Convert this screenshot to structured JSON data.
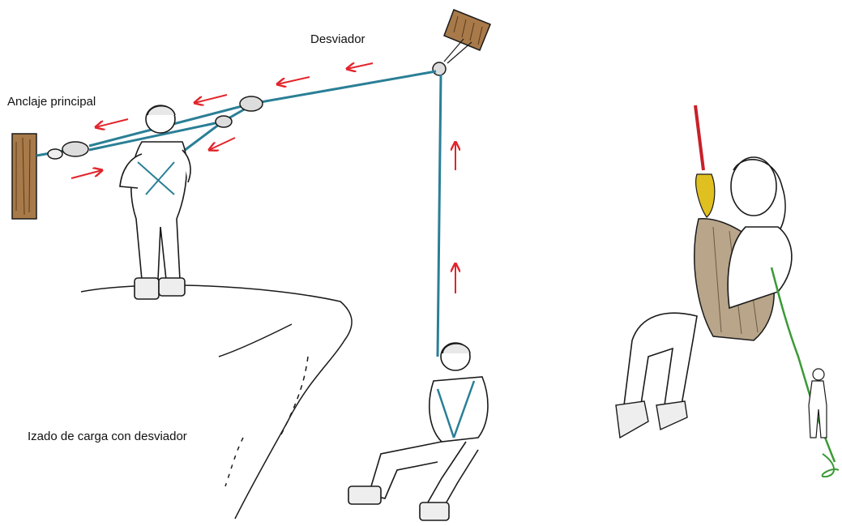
{
  "labels": {
    "deviator": "Desviador",
    "main_anchor": "Anclaje principal",
    "hoist_caption": "Izado de carga con desviador"
  },
  "colors": {
    "rope_blue": "#2a7f96",
    "arrow_red": "#e3242b",
    "rope_red": "#c8202a",
    "rope_green": "#3a9a35",
    "carabiner_yellow": "#e0c020",
    "line_ink": "#1a1a1a",
    "wood": "#a87a4a",
    "seat_fabric": "#b8a58a"
  },
  "icons": [
    "tree-anchor-icon",
    "deviator-anchor-icon",
    "pulley-icon",
    "carabiner-icon",
    "up-arrow-icon",
    "left-arrow-icon",
    "right-arrow-icon"
  ]
}
